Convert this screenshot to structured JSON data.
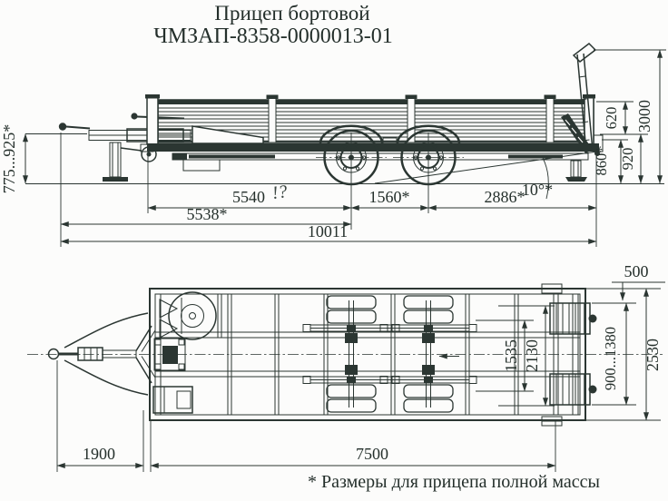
{
  "title": {
    "line1": "Прицеп бортовой",
    "line2": "ЧМЗАП-8358-0000013-01"
  },
  "side_view": {
    "dims": {
      "hitch_height": "775...925*",
      "platform_to_axle": "5540",
      "handwritten_note": "!?",
      "hitch_to_axle": "5538*",
      "overall_length": "10011",
      "axle_base": "1560*",
      "axle_to_ramp": "2886*",
      "ramp_angle": "10°*",
      "board_height": "620",
      "loading_height_laden": "860*",
      "loading_height": "920",
      "overall_height": "3000"
    }
  },
  "top_view": {
    "dims": {
      "ramp_width": "500",
      "frame_inner_width": "1535",
      "frame_outer_width": "2130",
      "ramp_track": "900...1380",
      "overall_width": "2530",
      "drawbar_length": "1900",
      "platform_length": "7500"
    }
  },
  "footnote": "* Размеры для прицепа полной массы",
  "colors": {
    "ink": "#2b3632",
    "paper": "#fcfcfb"
  }
}
